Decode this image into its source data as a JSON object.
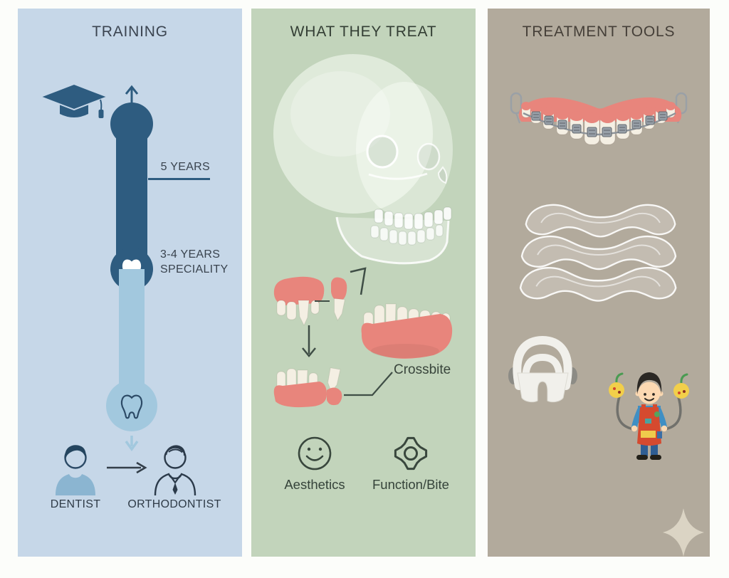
{
  "page": {
    "background": "#fcfdfa"
  },
  "panels": {
    "training": {
      "title": "TRAINING",
      "labels": {
        "five_years": "5 YEARS",
        "speciality_line1": "3-4 YEARS",
        "speciality_line2": "SPECIALITY",
        "dentist": "DENTIST",
        "orthodontist": "ORTHODONTIST"
      },
      "colors": {
        "panel_bg": "#c6d7e8",
        "timeline_dark": "#2e5c80",
        "timeline_light": "#a2c8de",
        "title_text": "#3b4450",
        "label_text": "#39434e"
      },
      "icons": [
        "graduation-cap-icon",
        "up-arrow-icon",
        "tooth-filled-icon",
        "tooth-outline-icon",
        "down-arrow-icon",
        "dentist-icon",
        "right-arrow-icon",
        "orthodontist-icon"
      ]
    },
    "what_they_treat": {
      "title": "WHAT THEY TREAT",
      "labels": {
        "crossbite": "Crossbite",
        "aesthetics": "Aesthetics",
        "function_bite": "Function/Bite"
      },
      "colors": {
        "panel_bg": "#c2d4bb",
        "title_text": "#333e34",
        "label_text": "#35433a",
        "annotation_line": "#3f4e46",
        "gum_pink": "#e8857c",
        "tooth_ivory": "#f4efe3"
      },
      "icons": [
        "skull-xray-illustration",
        "gap-teeth-illustration",
        "check-mark-line",
        "down-arrow-icon",
        "lower-teeth-illustration",
        "crossbite-teeth-illustration",
        "smiley-icon",
        "gear-icon"
      ]
    },
    "treatment_tools": {
      "title": "TREATMENT TOOLS",
      "colors": {
        "panel_bg": "#b2aa9c",
        "title_text": "#453f38",
        "sparkle": "#dbd4c4"
      },
      "icons": [
        "braces-illustration",
        "clear-aligners-illustration",
        "headgear-illustration",
        "child-patient-illustration",
        "sparkle-icon"
      ]
    }
  }
}
